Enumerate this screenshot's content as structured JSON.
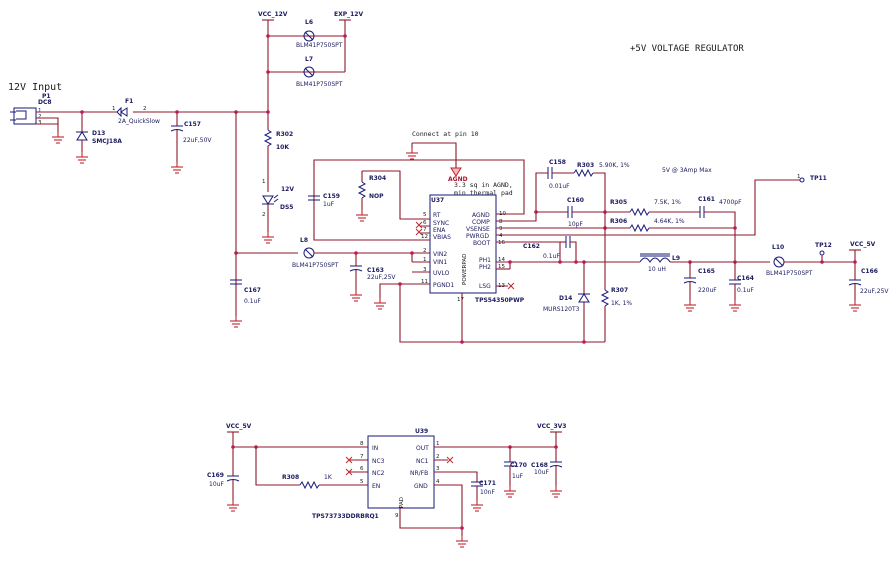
{
  "title": "+5V VOLTAGE REGULATOR",
  "input_label": "12V Input",
  "note_pin10": "Connect at pin 10",
  "agnd_label": "AGND",
  "note_agnd_1": "3.3 sq in AGND,",
  "note_agnd_2": "min thermal pad",
  "note_5v": "5V @ 3Amp Max",
  "nets": {
    "vcc12": "VCC_12V",
    "exp12": "EXP_12V",
    "vcc5": "VCC_5V",
    "vcc5b": "VCC_5V",
    "vcc3": "VCC_3V3"
  },
  "tps": {
    "tp11": "TP11",
    "tp11_pin": "1",
    "tp12": "TP12"
  },
  "connector": {
    "p1": "P1",
    "dc8": "DC8",
    "p1_1": "1",
    "p1_2": "2",
    "p1_3": "3"
  },
  "fuse": {
    "ref": "F1",
    "val": "2A_QuickSlow",
    "pin1": "1",
    "pin2": "2"
  },
  "d13": {
    "ref": "D13",
    "val": "SMCJ18A"
  },
  "c157": {
    "ref": "C157",
    "val": "22uF,50V"
  },
  "l6": {
    "ref": "L6",
    "val": "BLM41P750SPT"
  },
  "l7": {
    "ref": "L7",
    "val": "BLM41P750SPT"
  },
  "r302": {
    "ref": "R302",
    "val": "10K"
  },
  "ds5": {
    "ref": "DS5",
    "val": "12V",
    "pin1": "1",
    "pin2": "2"
  },
  "l8": {
    "ref": "L8",
    "val": "BLM41P750SPT"
  },
  "c167": {
    "ref": "C167",
    "val": "0.1uF"
  },
  "c163": {
    "ref": "C163",
    "val": "22uF,25V"
  },
  "c159": {
    "ref": "C159",
    "val": "1uF"
  },
  "r304": {
    "ref": "R304",
    "val": "NOP"
  },
  "u37": {
    "ref": "U37",
    "part": "TPS54350PWP",
    "padlabel": "POWERPAD",
    "left_pins": [
      {
        "name": "RT",
        "num": "5"
      },
      {
        "name": "SYNC",
        "num": "6"
      },
      {
        "name": "ENA",
        "num": "7"
      },
      {
        "name": "VBIAS",
        "num": "12"
      },
      {
        "name": "VIN2",
        "num": "2"
      },
      {
        "name": "VIN1",
        "num": "1"
      },
      {
        "name": "UVLO",
        "num": "3"
      },
      {
        "name": "PGND1",
        "num": "11"
      }
    ],
    "right_pins": [
      {
        "name": "AGND",
        "num": "10"
      },
      {
        "name": "COMP",
        "num": "8"
      },
      {
        "name": "VSENSE",
        "num": "9"
      },
      {
        "name": "PWRGD",
        "num": "4"
      },
      {
        "name": "BOOT",
        "num": "16"
      },
      {
        "name": "PH1",
        "num": "14"
      },
      {
        "name": "PH2",
        "num": "15"
      },
      {
        "name": "LSG",
        "num": "13"
      }
    ],
    "pad_num": "17"
  },
  "c158": {
    "ref": "C158",
    "val": "0.01uF"
  },
  "r303": {
    "ref": "R303",
    "val": "5.90K, 1%"
  },
  "c160": {
    "ref": "C160",
    "val": "10pF"
  },
  "r305": {
    "ref": "R305",
    "val": "7.5K, 1%"
  },
  "c161": {
    "ref": "C161",
    "val": "4700pF"
  },
  "r306": {
    "ref": "R306",
    "val": "4.64K, 1%"
  },
  "c162": {
    "ref": "C162",
    "val": "0.1uF"
  },
  "l9": {
    "ref": "L9",
    "val": "10 uH"
  },
  "c165": {
    "ref": "C165",
    "val": "220uF"
  },
  "c164": {
    "ref": "C164",
    "val": "0.1uF"
  },
  "l10": {
    "ref": "L10",
    "val": "BLM41P750SPT"
  },
  "c166": {
    "ref": "C166",
    "val": "22uF,25V"
  },
  "d14": {
    "ref": "D14",
    "val": "MURS120T3"
  },
  "r307": {
    "ref": "R307",
    "val": "1K, 1%"
  },
  "u39": {
    "ref": "U39",
    "part": "TPS73733DDRBRQ1",
    "left_pins": [
      {
        "name": "IN",
        "num": "8"
      },
      {
        "name": "NC3",
        "num": "7"
      },
      {
        "name": "NC2",
        "num": "6"
      },
      {
        "name": "EN",
        "num": "5"
      }
    ],
    "right_pins": [
      {
        "name": "OUT",
        "num": "1"
      },
      {
        "name": "NC1",
        "num": "2"
      },
      {
        "name": "NR/FB",
        "num": "3"
      },
      {
        "name": "GND",
        "num": "4"
      }
    ],
    "pad": "PAD",
    "pad_num": "9"
  },
  "c169": {
    "ref": "C169",
    "val": "10uF"
  },
  "r308": {
    "ref": "R308",
    "val": "1K"
  },
  "c171": {
    "ref": "C171",
    "val": "10nF"
  },
  "c170": {
    "ref": "C170",
    "val": "1uF"
  },
  "c168": {
    "ref": "C168",
    "val": "10uF"
  },
  "colors": {
    "wire": "#8b1a2b",
    "part": "#1a1a7a",
    "junction": "#c2185b",
    "ground": "#c0262d"
  }
}
